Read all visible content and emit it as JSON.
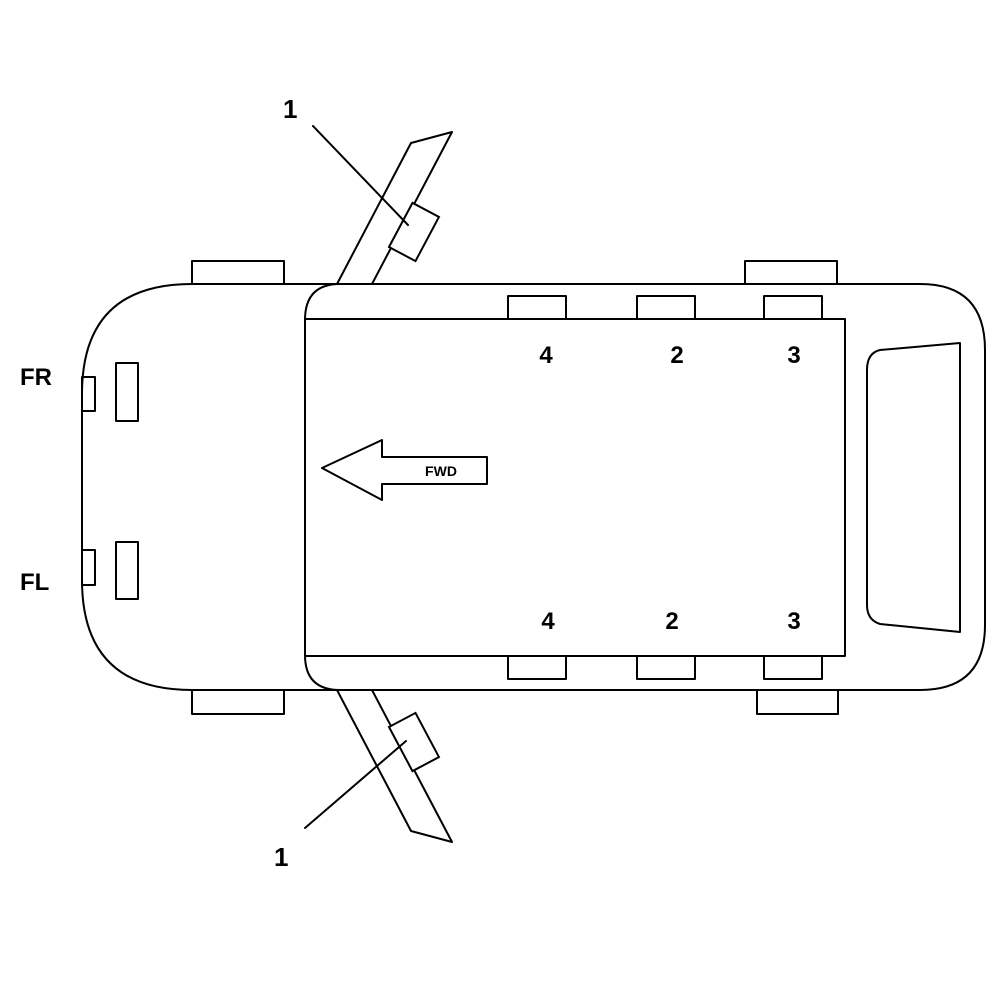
{
  "labels": {
    "callout_top": "1",
    "callout_bottom": "1",
    "side_front_right": "FR",
    "side_front_left": "FL",
    "direction": "FWD",
    "top_row": [
      "4",
      "2",
      "3"
    ],
    "bottom_row": [
      "4",
      "2",
      "3"
    ]
  }
}
